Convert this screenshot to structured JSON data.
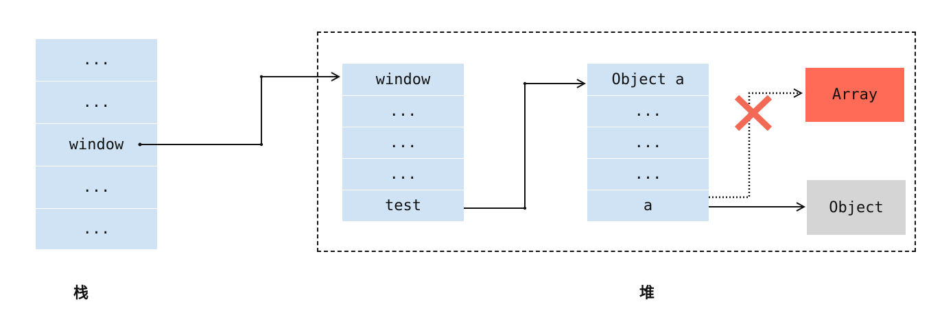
{
  "stack": {
    "label": "栈",
    "cells": [
      "...",
      "...",
      "window",
      "...",
      "..."
    ]
  },
  "heap": {
    "label": "堆",
    "window_object": {
      "cells": [
        "window",
        "...",
        "...",
        "...",
        "test"
      ]
    },
    "test_object": {
      "cells": [
        "Object a",
        "...",
        "...",
        "...",
        "a"
      ]
    },
    "array_box": {
      "label": "Array",
      "color": "#ff6b57"
    },
    "object_box": {
      "label": "Object",
      "color": "#d5d5d5"
    },
    "cross_mark": {
      "color": "#f26a55"
    }
  },
  "colors": {
    "cell_bg": "#cfe3f4",
    "line": "#111111"
  }
}
